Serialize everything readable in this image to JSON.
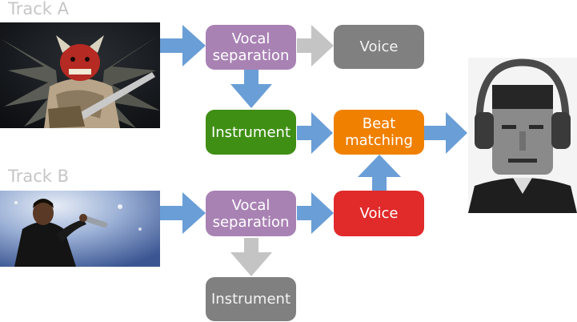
{
  "tracks": {
    "a": {
      "label": "Track A"
    },
    "b": {
      "label": "Track B"
    }
  },
  "boxes": {
    "a_vocal_separation": {
      "line1": "Vocal",
      "line2": "separation"
    },
    "a_voice": {
      "label": "Voice"
    },
    "a_instrument": {
      "label": "Instrument"
    },
    "beat_matching": {
      "line1": "Beat",
      "line2": "matching"
    },
    "b_vocal_separation": {
      "line1": "Vocal",
      "line2": "separation"
    },
    "b_voice": {
      "label": "Voice"
    },
    "b_instrument": {
      "label": "Instrument"
    }
  },
  "images": {
    "track_a_photo": "guitarist-with-monster-mask-icon",
    "track_b_photo": "singer-with-microphone-icon",
    "output_photo": "frankenstein-with-headphones-icon"
  },
  "colors": {
    "arrow_active": "#6a9ed6",
    "arrow_inactive": "#c4c4c4",
    "vocal_separation": "#a982b4",
    "discarded": "#808080",
    "instrument": "#3f8f14",
    "beat_matching": "#f08000",
    "voice": "#e12a2a",
    "track_label": "#c6c6c6"
  }
}
